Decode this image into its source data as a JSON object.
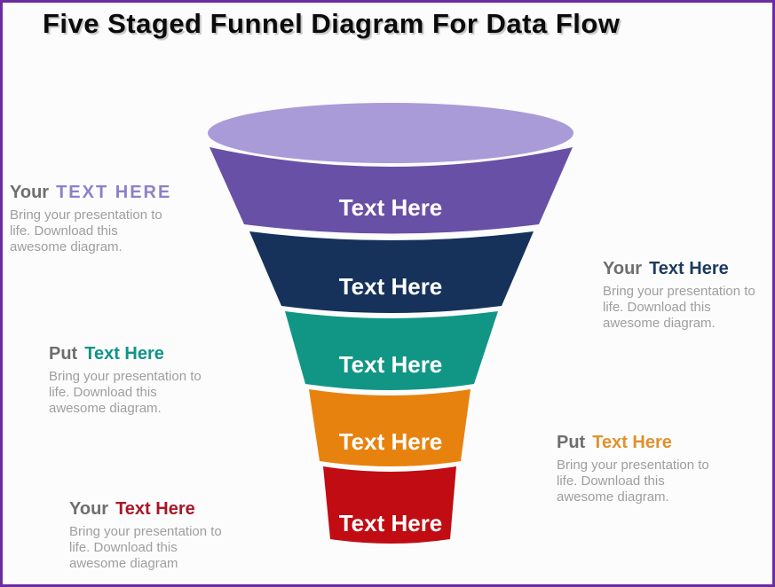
{
  "slide": {
    "title": "Five Staged Funnel Diagram For Data Flow",
    "border_color": "#6a2c9e",
    "background_color": "#fcfcfc"
  },
  "funnel": {
    "top_ellipse_color": "#a99bd8",
    "label_color": "#ffffff",
    "stages": [
      {
        "label": "Text Here",
        "color": "#6850a6"
      },
      {
        "label": "Text Here",
        "color": "#16325a"
      },
      {
        "label": "Text Here",
        "color": "#119685"
      },
      {
        "label": "Text Here",
        "color": "#e8820e"
      },
      {
        "label": "Text Here",
        "color": "#c00c12"
      }
    ]
  },
  "annotations": [
    {
      "position": "left-top",
      "prefix": "Your",
      "highlight": "TEXT HERE",
      "highlight_color": "#8d80c9",
      "body": "Bring your presentation to life. Download this awesome diagram."
    },
    {
      "position": "right-top",
      "prefix": "Your",
      "highlight": "Text Here",
      "highlight_color": "#1c3a5e",
      "body": "Bring your presentation to life. Download this awesome diagram."
    },
    {
      "position": "left-middle",
      "prefix": "Put",
      "highlight": "Text Here",
      "highlight_color": "#0f9488",
      "body": "Bring your presentation to life. Download this awesome diagram."
    },
    {
      "position": "right-bottom",
      "prefix": "Put",
      "highlight": "Text Here",
      "highlight_color": "#e0912e",
      "body": "Bring your presentation to life. Download this awesome diagram."
    },
    {
      "position": "left-bottom",
      "prefix": "Your",
      "highlight": "Text Here",
      "highlight_color": "#aa1626",
      "body": "Bring your presentation to life. Download this awesome diagram"
    }
  ]
}
